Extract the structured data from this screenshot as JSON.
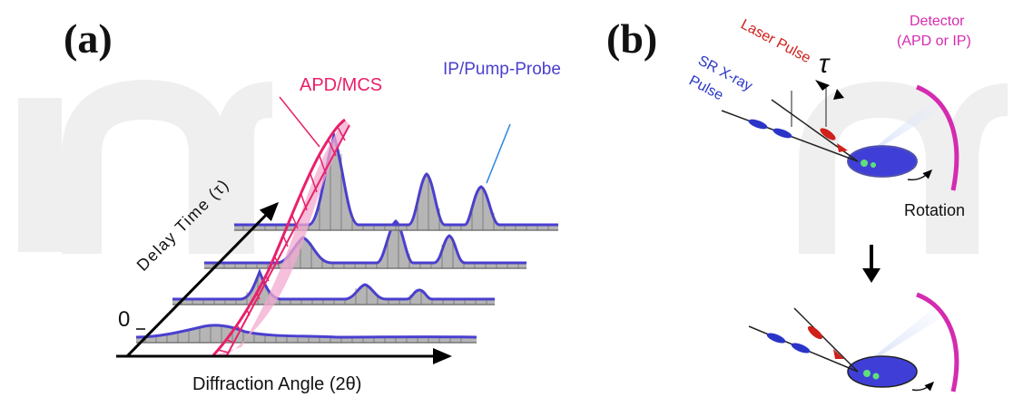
{
  "panel_a": {
    "label": "(a)",
    "apd_label": "APD/MCS",
    "ip_label": "IP/Pump-Probe",
    "y_axis_label": "Delay Time (τ)",
    "origin_label": "0",
    "x_axis_label": "Diffraction Angle (2θ)"
  },
  "panel_b": {
    "label": "(b)",
    "laser_label": "Laser Pulse",
    "xray_label_line1": "SR X-ray",
    "xray_label_line2": "Pulse",
    "tau_symbol": "τ",
    "detector_line1": "Detector",
    "detector_line2": "(APD or IP)",
    "rotation_label": "Rotation"
  },
  "colors": {
    "apd": "#e8206a",
    "ip": "#4a3fd0",
    "laser": "#d0201a",
    "xray": "#2a35c8",
    "detector": "#d52bb0",
    "trace_fill": "#b5b5b5",
    "sample": "#3f3fd8",
    "watermark": "#e9e9e9"
  }
}
